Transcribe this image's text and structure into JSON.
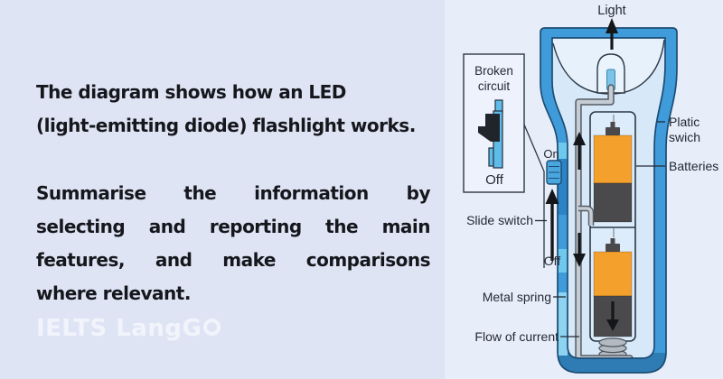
{
  "task": {
    "paragraph1_lines": [
      "The diagram shows how an LED",
      "(light-emitting diode) flashlight works."
    ],
    "paragraph2_lines": [
      "Summarise the information by",
      "selecting and reporting the main",
      "features, and make comparisons",
      "where relevant."
    ]
  },
  "logo": {
    "text": "IELTS LangG",
    "o_icon": "ring-o"
  },
  "diagram": {
    "labels": {
      "light": "Light",
      "broken_circuit_line1": "Broken",
      "broken_circuit_line2": "circuit",
      "inset_off": "Off",
      "on": "On",
      "off": "Off",
      "slide_switch": "Slide switch",
      "metal_spring": "Metal spring",
      "flow_of_current": "Flow of current",
      "plastic_switch_line1": "Platic",
      "plastic_switch_line2": "swich",
      "batteries": "Batteries"
    },
    "colors": {
      "body_blue": "#3f9bd9",
      "body_outline": "#1c4c74",
      "body_bottom_band": "#2e7cb3",
      "interior_blue": "#d7e8f8",
      "head_cavity_blue": "#e6f1fc",
      "battery_orange": "#f4a02c",
      "battery_dark": "#4a4a4c",
      "wire_gray": "#c6ccd3",
      "spring_gray": "#b3bac2",
      "switch_blue": "#5fbbe7",
      "knob_blue": "#4aa7de",
      "track_blue": "#2c84c6",
      "track_light": "#6ec9ec"
    }
  }
}
